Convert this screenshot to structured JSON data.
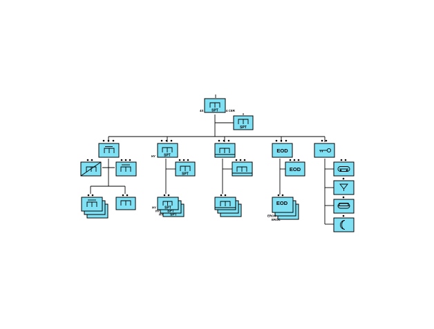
{
  "colors": {
    "unit_fill": "#80e0f4",
    "line": "#000000",
    "background": "#ffffff"
  },
  "labels": {
    "spt": "SPT",
    "eod": "EOD",
    "hy": "HY",
    "eroc": "EROC",
    "hq_left": "4S",
    "hq_right": "4 CER"
  },
  "icons": {
    "engineer": "engineer-bridge-icon",
    "engineer_mech": "mechanized-engineer-icon",
    "engineer_slash": "engineer-slash-icon",
    "key": "key-icon",
    "tracked": "tracked-vehicle-icon",
    "filter": "water-filter-icon",
    "amphib": "amphibious-icon",
    "moon": "crescent-icon"
  }
}
